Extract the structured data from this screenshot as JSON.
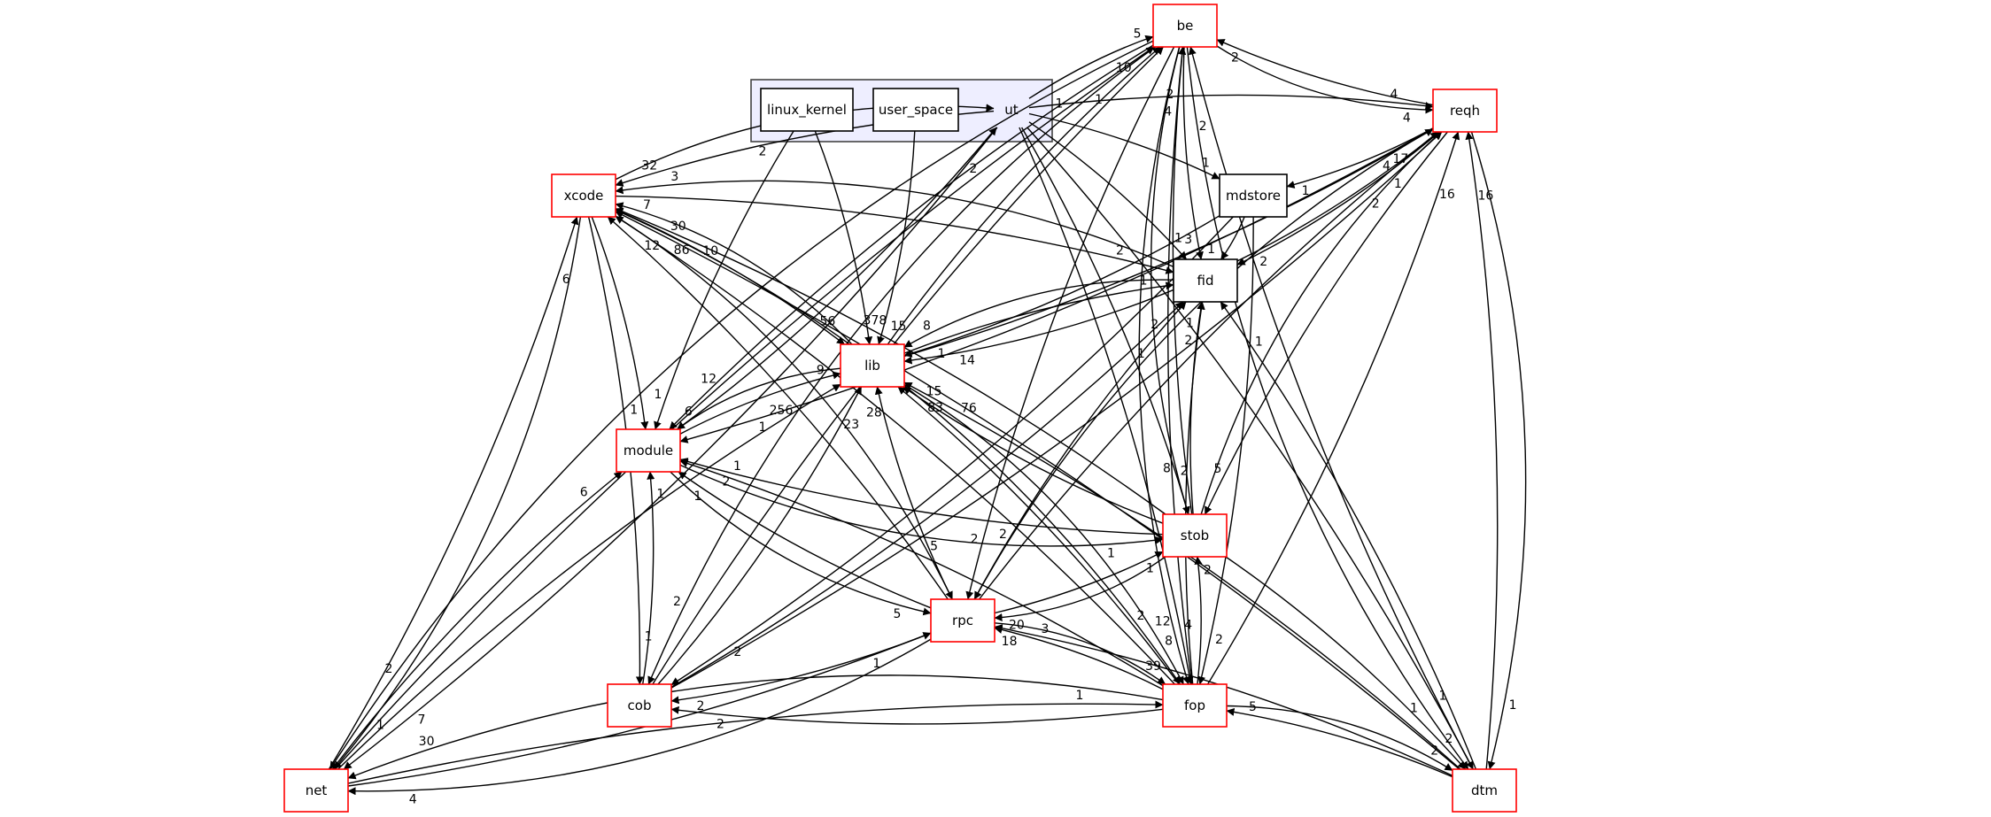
{
  "graph": {
    "colors": {
      "red_border": "#ff0000",
      "plain_border": "#000000",
      "cluster_fill": "#eeeeff",
      "cluster_border": "#444444"
    },
    "cluster": {
      "id": "ut",
      "label": "ut"
    },
    "nodes": [
      {
        "id": "be",
        "label": "be",
        "style": "red"
      },
      {
        "id": "reqh",
        "label": "reqh",
        "style": "red"
      },
      {
        "id": "linux_kernel",
        "label": "linux_kernel",
        "style": "plain"
      },
      {
        "id": "user_space",
        "label": "user_space",
        "style": "plain"
      },
      {
        "id": "xcode",
        "label": "xcode",
        "style": "red"
      },
      {
        "id": "mdstore",
        "label": "mdstore",
        "style": "plain"
      },
      {
        "id": "fid",
        "label": "fid",
        "style": "plain"
      },
      {
        "id": "lib",
        "label": "lib",
        "style": "red"
      },
      {
        "id": "module",
        "label": "module",
        "style": "red"
      },
      {
        "id": "stob",
        "label": "stob",
        "style": "red"
      },
      {
        "id": "rpc",
        "label": "rpc",
        "style": "red"
      },
      {
        "id": "cob",
        "label": "cob",
        "style": "red"
      },
      {
        "id": "fop",
        "label": "fop",
        "style": "red"
      },
      {
        "id": "net",
        "label": "net",
        "style": "red"
      },
      {
        "id": "dtm",
        "label": "dtm",
        "style": "red"
      }
    ],
    "edges": [
      {
        "from": "ut",
        "to": "be",
        "weight": "5"
      },
      {
        "from": "ut",
        "to": "reqh",
        "weight": "4"
      },
      {
        "from": "ut",
        "to": "xcode",
        "weight": "32"
      },
      {
        "from": "ut",
        "to": "mdstore",
        "weight": "1"
      },
      {
        "from": "ut",
        "to": "fid",
        "weight": "1"
      },
      {
        "from": "ut",
        "to": "stob",
        "weight": "2"
      },
      {
        "from": "ut",
        "to": "fop",
        "weight": "4"
      },
      {
        "from": "ut",
        "to": "dtm",
        "weight": "1"
      },
      {
        "from": "linux_kernel",
        "to": "lib",
        "weight": "378"
      },
      {
        "from": "linux_kernel",
        "to": "module",
        "weight": "1"
      },
      {
        "from": "user_space",
        "to": "lib",
        "weight": "15"
      },
      {
        "from": "be",
        "to": "fid",
        "weight": "3"
      },
      {
        "from": "lib",
        "to": "be",
        "weight": "10"
      },
      {
        "from": "reqh",
        "to": "be",
        "weight": "2"
      },
      {
        "from": "fop",
        "to": "be",
        "weight": "4"
      },
      {
        "from": "dtm",
        "to": "be",
        "weight": "2"
      },
      {
        "from": "stob",
        "to": "be",
        "weight": "2"
      },
      {
        "from": "cob",
        "to": "be",
        "weight": "1"
      },
      {
        "from": "net",
        "to": "be",
        "weight": "1"
      },
      {
        "from": "be",
        "to": "reqh",
        "weight": "4"
      },
      {
        "from": "lib",
        "to": "reqh",
        "weight": "4"
      },
      {
        "from": "reqh",
        "to": "mdstore",
        "weight": "1"
      },
      {
        "from": "reqh",
        "to": "fid",
        "weight": "2"
      },
      {
        "from": "reqh",
        "to": "lib",
        "weight": "14"
      },
      {
        "from": "reqh",
        "to": "stob",
        "weight": "5"
      },
      {
        "from": "reqh",
        "to": "module",
        "weight": "1"
      },
      {
        "from": "rpc",
        "to": "reqh",
        "weight": "1"
      },
      {
        "from": "stob",
        "to": "reqh",
        "weight": "17"
      },
      {
        "from": "cob",
        "to": "reqh",
        "weight": "2"
      },
      {
        "from": "fop",
        "to": "reqh",
        "weight": "16"
      },
      {
        "from": "dtm",
        "to": "reqh",
        "weight": "16"
      },
      {
        "from": "xcode",
        "to": "module",
        "weight": "1"
      },
      {
        "from": "xcode",
        "to": "fid",
        "weight": "2"
      },
      {
        "from": "xcode",
        "to": "lib",
        "weight": "56"
      },
      {
        "from": "xcode",
        "to": "ut",
        "weight": "2"
      },
      {
        "from": "lib",
        "to": "xcode",
        "weight": "7"
      },
      {
        "from": "fid",
        "to": "xcode",
        "weight": "3"
      },
      {
        "from": "stob",
        "to": "xcode",
        "weight": "30"
      },
      {
        "from": "rpc",
        "to": "xcode",
        "weight": "12"
      },
      {
        "from": "net",
        "to": "xcode",
        "weight": "6"
      },
      {
        "from": "dtm",
        "to": "xcode",
        "weight": "10"
      },
      {
        "from": "fop",
        "to": "xcode",
        "weight": "86"
      },
      {
        "from": "mdstore",
        "to": "fid",
        "weight": "1"
      },
      {
        "from": "mdstore",
        "to": "lib",
        "weight": "1"
      },
      {
        "from": "mdstore",
        "to": "cob",
        "weight": "2"
      },
      {
        "from": "mdstore",
        "to": "fop",
        "weight": "2"
      },
      {
        "from": "lib",
        "to": "fid",
        "weight": "1"
      },
      {
        "from": "fid",
        "to": "lib",
        "weight": "8"
      },
      {
        "from": "stob",
        "to": "fid",
        "weight": "1"
      },
      {
        "from": "rpc",
        "to": "fid",
        "weight": "2"
      },
      {
        "from": "fop",
        "to": "fid",
        "weight": "2"
      },
      {
        "from": "dtm",
        "to": "fid",
        "weight": "1"
      },
      {
        "from": "cob",
        "to": "fid",
        "weight": "1"
      },
      {
        "from": "net",
        "to": "lib",
        "weight": "256"
      },
      {
        "from": "module",
        "to": "lib",
        "weight": "9"
      },
      {
        "from": "lib",
        "to": "module",
        "weight": "6"
      },
      {
        "from": "cob",
        "to": "lib",
        "weight": "23"
      },
      {
        "from": "rpc",
        "to": "lib",
        "weight": "28"
      },
      {
        "from": "dtm",
        "to": "lib",
        "weight": "76"
      },
      {
        "from": "fop",
        "to": "lib",
        "weight": "83"
      },
      {
        "from": "stob",
        "to": "lib",
        "weight": "15"
      },
      {
        "from": "module",
        "to": "ut",
        "weight": "2"
      },
      {
        "from": "be",
        "to": "module",
        "weight": "12"
      },
      {
        "from": "net",
        "to": "module",
        "weight": "6"
      },
      {
        "from": "cob",
        "to": "module",
        "weight": "1"
      },
      {
        "from": "rpc",
        "to": "module",
        "weight": "1"
      },
      {
        "from": "stob",
        "to": "module",
        "weight": "2"
      },
      {
        "from": "fop",
        "to": "module",
        "weight": "1"
      },
      {
        "from": "module",
        "to": "stob",
        "weight": "1"
      },
      {
        "from": "module",
        "to": "rpc",
        "weight": "5"
      },
      {
        "from": "rpc",
        "to": "stob",
        "weight": "1"
      },
      {
        "from": "fop",
        "to": "stob",
        "weight": "2"
      },
      {
        "from": "be",
        "to": "stob",
        "weight": "8"
      },
      {
        "from": "stob",
        "to": "rpc",
        "weight": "20"
      },
      {
        "from": "reqh",
        "to": "rpc",
        "weight": "2"
      },
      {
        "from": "fop",
        "to": "rpc",
        "weight": "18"
      },
      {
        "from": "dtm",
        "to": "rpc",
        "weight": "3"
      },
      {
        "from": "net",
        "to": "rpc",
        "weight": "1"
      },
      {
        "from": "xcode",
        "to": "rpc",
        "weight": "5"
      },
      {
        "from": "be",
        "to": "rpc",
        "weight": "2"
      },
      {
        "from": "rpc",
        "to": "cob",
        "weight": "2"
      },
      {
        "from": "xcode",
        "to": "cob",
        "weight": "1"
      },
      {
        "from": "be",
        "to": "cob",
        "weight": "2"
      },
      {
        "from": "fop",
        "to": "cob",
        "weight": "2"
      },
      {
        "from": "rpc",
        "to": "fop",
        "weight": "39"
      },
      {
        "from": "xcode",
        "to": "fop",
        "weight": "2"
      },
      {
        "from": "lib",
        "to": "fop",
        "weight": "8"
      },
      {
        "from": "net",
        "to": "fop",
        "weight": "1"
      },
      {
        "from": "be",
        "to": "fop",
        "weight": "12"
      },
      {
        "from": "dtm",
        "to": "fop",
        "weight": "5"
      },
      {
        "from": "fop",
        "to": "net",
        "weight": "30"
      },
      {
        "from": "rpc",
        "to": "net",
        "weight": "4"
      },
      {
        "from": "xcode",
        "to": "net",
        "weight": "1"
      },
      {
        "from": "be",
        "to": "net",
        "weight": "2"
      },
      {
        "from": "ut",
        "to": "net",
        "weight": "7"
      },
      {
        "from": "stob",
        "to": "dtm",
        "weight": "2"
      },
      {
        "from": "fop",
        "to": "dtm",
        "weight": "2"
      },
      {
        "from": "be",
        "to": "dtm",
        "weight": "1"
      },
      {
        "from": "reqh",
        "to": "dtm",
        "weight": "1"
      }
    ]
  }
}
